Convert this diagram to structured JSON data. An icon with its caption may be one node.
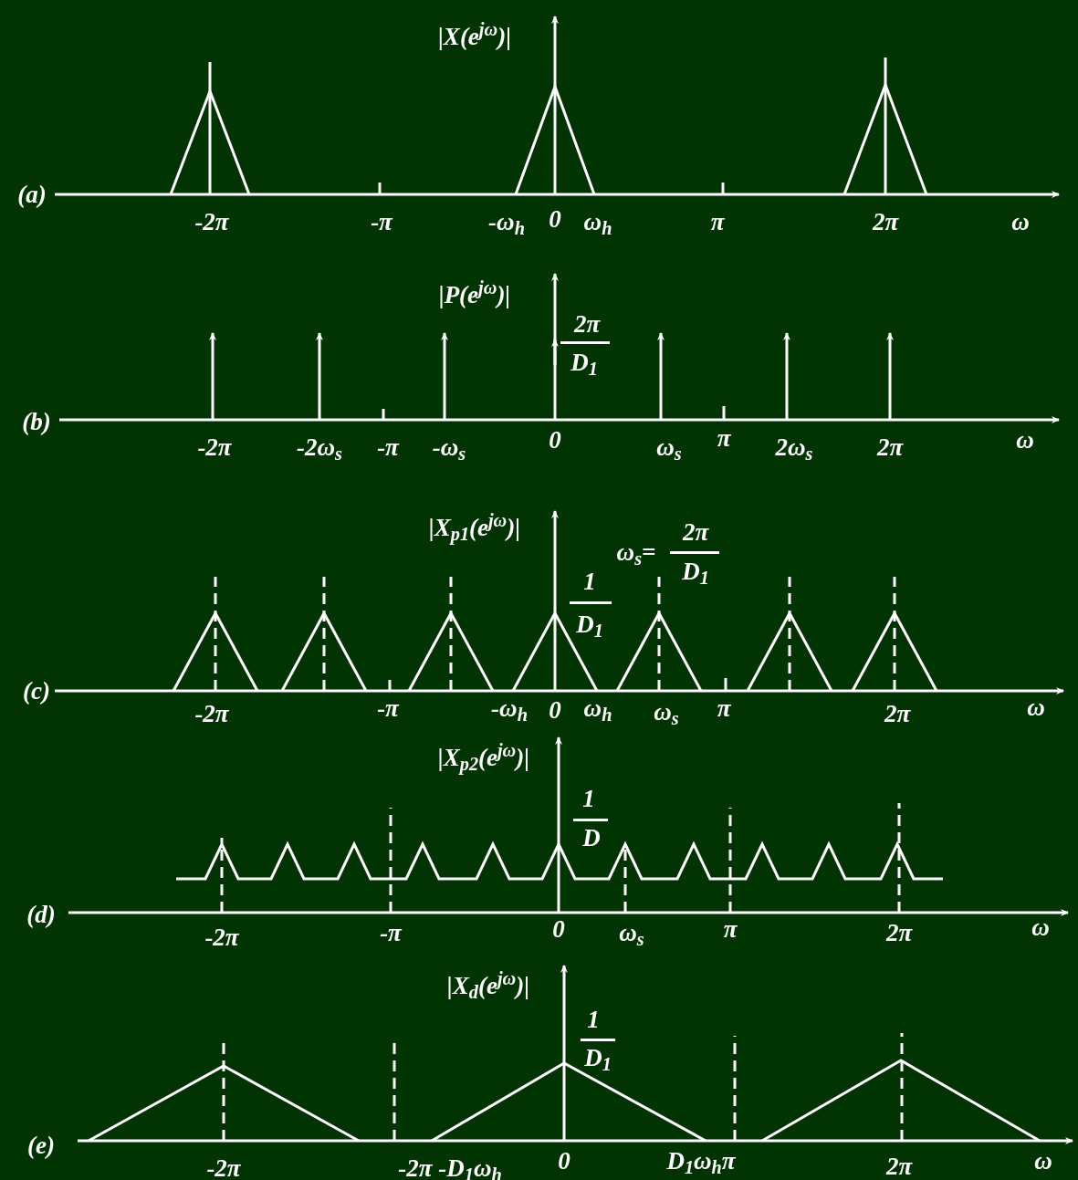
{
  "diagram": {
    "labels": [
      "|X(e$^{jω}$)|",
      "(a)",
      "-2π",
      "-π",
      "-ω$_{h}$",
      "0",
      "ω$_{h}$",
      "π",
      "2π",
      "ω",
      "|P(e$^{jω}$)|",
      "2π",
      "D$_{1}$",
      "(b)",
      "-2π",
      "-2ω$_{s}$",
      "-π",
      "-ω$_{s}$",
      "0",
      "ω$_{s}$",
      "π",
      "2ω$_{s}$",
      "2π",
      "ω",
      "|X$_{p1}$(e$^{jω}$)|",
      "ω$_{s}$=",
      "2π",
      "1",
      "D$_{1}$",
      "D$_{1}$",
      "(c)",
      "-2π",
      "-π",
      "-ω$_{h}$",
      "0",
      "ω$_{h}$",
      "ω$_{s}$",
      "π",
      "2π",
      "ω",
      "|X$_{p2}$(e$^{jω}$)|",
      "1",
      "D",
      "(d)",
      "-2π",
      "-π",
      "0",
      "ω$_{s}$",
      "π",
      "2π",
      "ω",
      "|X$_{d}$(e$^{jω}$)|",
      "1",
      "D$_{1}$",
      "(e)",
      "-2π",
      "-2π -D$_{1}$ω$_{h}$",
      "0",
      "D$_{1}$ω$_{h}$π",
      "2π",
      "ω"
    ]
  }
}
